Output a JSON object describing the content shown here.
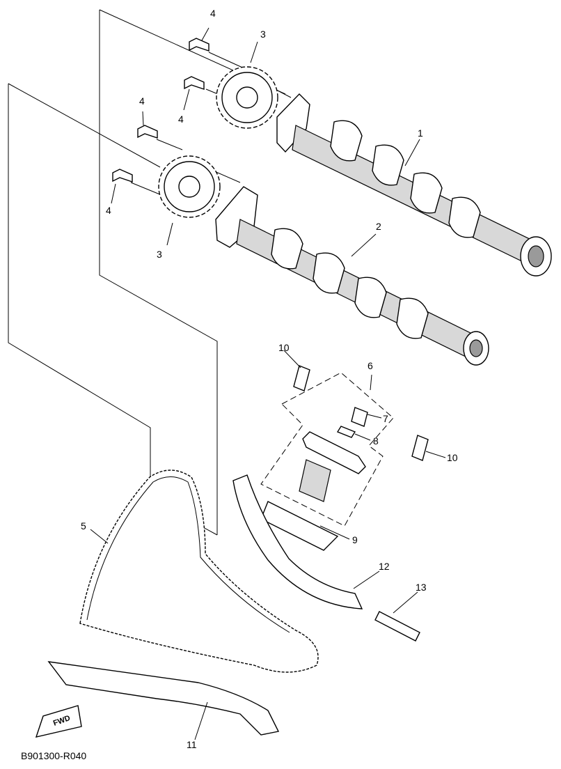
{
  "diagram": {
    "drawing_code": "B901300-R040",
    "direction_mark": "FWD",
    "callouts": [
      "1",
      "2",
      "3",
      "3",
      "4",
      "4",
      "4",
      "4",
      "5",
      "6",
      "7",
      "8",
      "9",
      "10",
      "10",
      "11",
      "12",
      "13"
    ],
    "parts": {
      "camshaft_1": "1",
      "camshaft_2": "2",
      "sprocket_upper": "3",
      "sprocket_lower": "3",
      "bolt_a": "4",
      "bolt_b": "4",
      "bolt_c": "4",
      "bolt_d": "4",
      "chain": "5",
      "tensioner_assy": "6",
      "tensioner_bolt": "7",
      "tensioner_washer": "8",
      "gasket": "9",
      "bolt_10_left": "10",
      "bolt_10_right": "10",
      "chain_guide_intake": "11",
      "chain_guide_exhaust": "12",
      "pin": "13"
    }
  }
}
